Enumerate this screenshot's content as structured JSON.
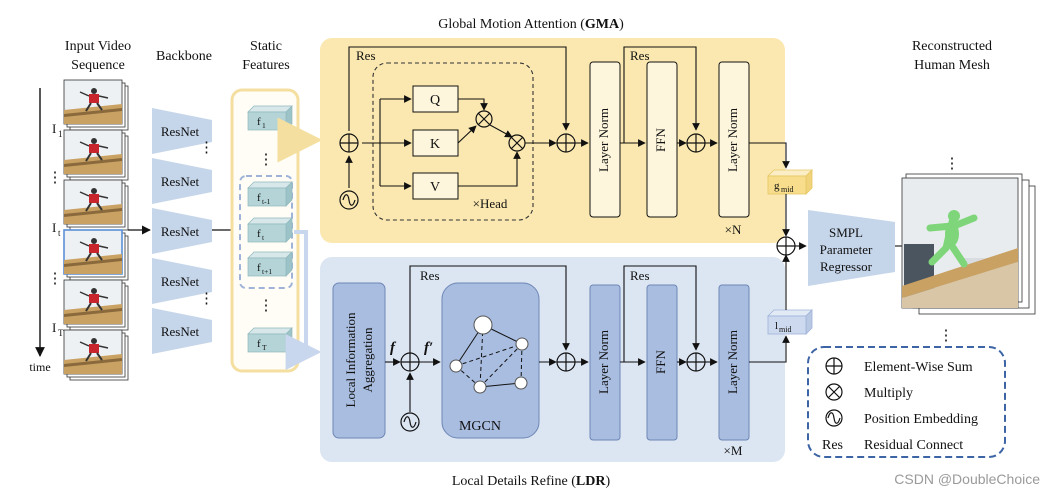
{
  "labels": {
    "input_video": [
      "Input Video",
      "Sequence"
    ],
    "backbone": "Backbone",
    "static_features": [
      "Static",
      "Features"
    ],
    "reconstructed": [
      "Reconstructed",
      "Human Mesh"
    ],
    "time": "time",
    "frames": [
      "I",
      "I",
      "I"
    ],
    "frame_subs": [
      "1",
      "t",
      "T"
    ],
    "resnet": "ResNet",
    "feature_text": "f",
    "feature_subs": [
      "1",
      "t-1",
      "t",
      "t+1",
      "T"
    ],
    "ellipsis": "⋮"
  },
  "gma": {
    "title_prefix": "Global Motion Attention (",
    "title_bold": "GMA",
    "title_suffix": ")",
    "res": "Res",
    "q": "Q",
    "k": "K",
    "v": "V",
    "head": "×Head",
    "layer_norm": "Layer Norm",
    "ffn": "FFN",
    "repeat": "×N",
    "output_main": "g",
    "output_sub": "mid"
  },
  "ldr": {
    "title_prefix": "Local Details Refine (",
    "title_bold": "LDR",
    "title_suffix": ")",
    "res": "Res",
    "local_agg_line1": "Local Information",
    "local_agg_line2": "Aggregation",
    "f": "f",
    "f_prime": "f′",
    "mgcn": "MGCN",
    "layer_norm": "Layer Norm",
    "ffn": "FFN",
    "repeat": "×M",
    "output_main": "l",
    "output_sub": "mid"
  },
  "smpl": [
    "SMPL",
    "Parameter",
    "Regressor"
  ],
  "legend": {
    "element_wise_sum": "Element-Wise Sum",
    "multiply": "Multiply",
    "position_embedding": "Position Embedding",
    "res_key": "Res",
    "residual_connect": "Residual Connect"
  },
  "watermark": "CSDN @DoubleChoice",
  "colors": {
    "gma_bg": "#fae8b0",
    "ldr_bg": "#dce5f2",
    "block_fill": "#fdf6dc",
    "ldr_block": "#a9bde0",
    "feature_fill": "#b4d4d8",
    "resnet_fill": "#c5d5ea",
    "legend_stroke": "#3d64a4"
  }
}
